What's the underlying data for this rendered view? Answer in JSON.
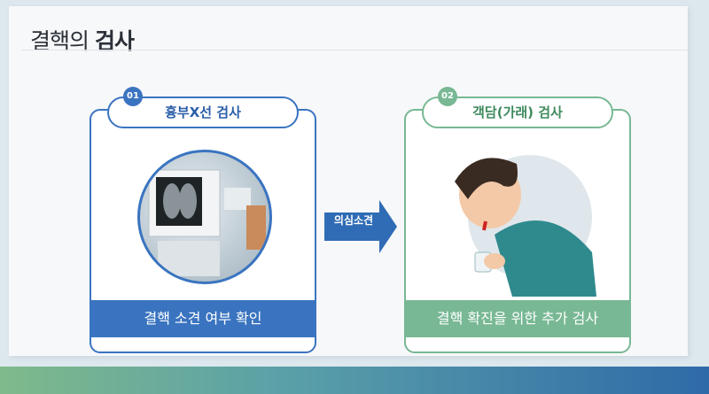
{
  "page": {
    "title_light": "결핵의",
    "title_bold": "검사"
  },
  "steps": [
    {
      "number": "01",
      "label": "흉부X선 검사",
      "caption": "결핵 소견 여부 확인",
      "accent": "#3a74c0"
    },
    {
      "number": "02",
      "label": "객담(가래) 검사",
      "caption": "결핵 확진을 위한 추가 검사",
      "accent": "#78b894"
    }
  ],
  "connector": {
    "label": "의심소견"
  }
}
